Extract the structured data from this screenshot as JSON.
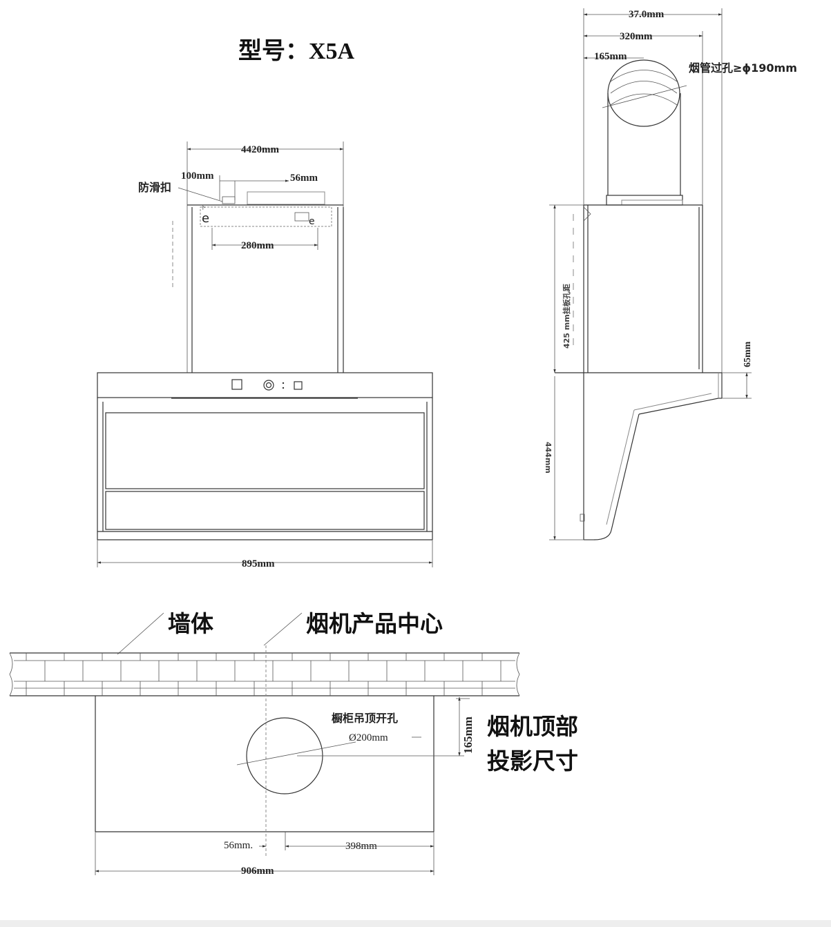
{
  "title": "型号：X5A",
  "front_view": {
    "dim_top_width": "4420mm",
    "dim_100": "100mm",
    "dim_56": "56mm",
    "dim_280": "280mm",
    "dim_895": "895mm",
    "anti_slip_label": "防滑扣",
    "mark_left": "e",
    "mark_right": "e",
    "mark_small": "下"
  },
  "side_view": {
    "dim_370": "37.0mm",
    "dim_320": "320mm",
    "dim_165": "165mm",
    "duct_hole": "烟管过孔≥ϕ190mm",
    "hanging_plate_distance": "425 mm挂板孔距",
    "dim_65": "65mm",
    "dim_444": "444mm"
  },
  "plan_view": {
    "wall_label": "墙体",
    "center_label": "烟机产品中心",
    "cabinet_hole_label": "橱柜吊顶开孔",
    "hole_diameter": "Ø200mm",
    "dim_165": "165mm",
    "projection_label_line1": "烟机顶部",
    "projection_label_line2": "投影尺寸",
    "dim_56": "56mm.",
    "dim_398": "398mm",
    "dim_906": "906mm"
  }
}
